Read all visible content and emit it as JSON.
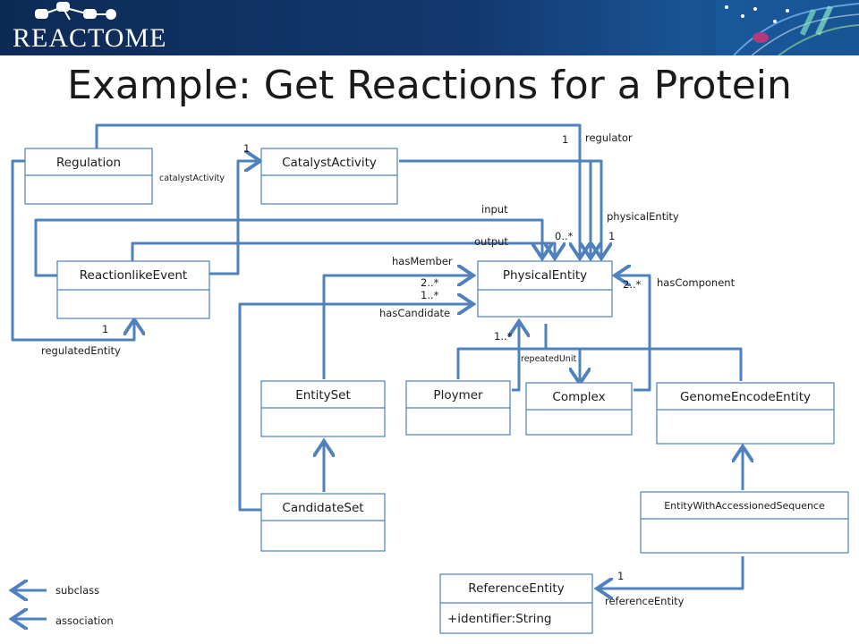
{
  "header": {
    "logo_text": "REACTOME",
    "title": "Example: Get Reactions for a Protein"
  },
  "colors": {
    "banner": "#12396f",
    "line": "#4f81bd",
    "box_border": "#4f81bd"
  },
  "classes": {
    "regulation": "Regulation",
    "catalyst_activity": "CatalystActivity",
    "reactionlike_event": "ReactionlikeEvent",
    "physical_entity": "PhysicalEntity",
    "entity_set": "EntitySet",
    "ploymer": "Ploymer",
    "complex": "Complex",
    "genome_encode_entity": "GenomeEncodeEntity",
    "candidate_set": "CandidateSet",
    "entity_with_accessioned_sequence": "EntityWithAccessionedSequence",
    "reference_entity": "ReferenceEntity",
    "reference_entity_attr": "+identifier:String"
  },
  "relations": {
    "regulator": "regulator",
    "regulator_mult": "1",
    "catalyst_activity": "catalystActivity",
    "catalyst_activity_mult": "1",
    "input": "input",
    "output": "output",
    "input_output_mult": "0..*",
    "physical_entity": "physicalEntity",
    "physical_entity_mult": "1",
    "has_member": "hasMember",
    "has_member_mult": "2..*",
    "has_candidate": "hasCandidate",
    "has_candidate_mult": "1..*",
    "has_component": "hasComponent",
    "has_component_mult": "2..*",
    "repeated_unit": "repeatedUnit",
    "repeated_unit_mult": "1..*",
    "regulated_entity": "regulatedEntity",
    "regulated_entity_mult": "1",
    "reference_entity": "referenceEntity",
    "reference_entity_mult": "1"
  },
  "legend": {
    "subclass": "subclass",
    "association": "association"
  }
}
